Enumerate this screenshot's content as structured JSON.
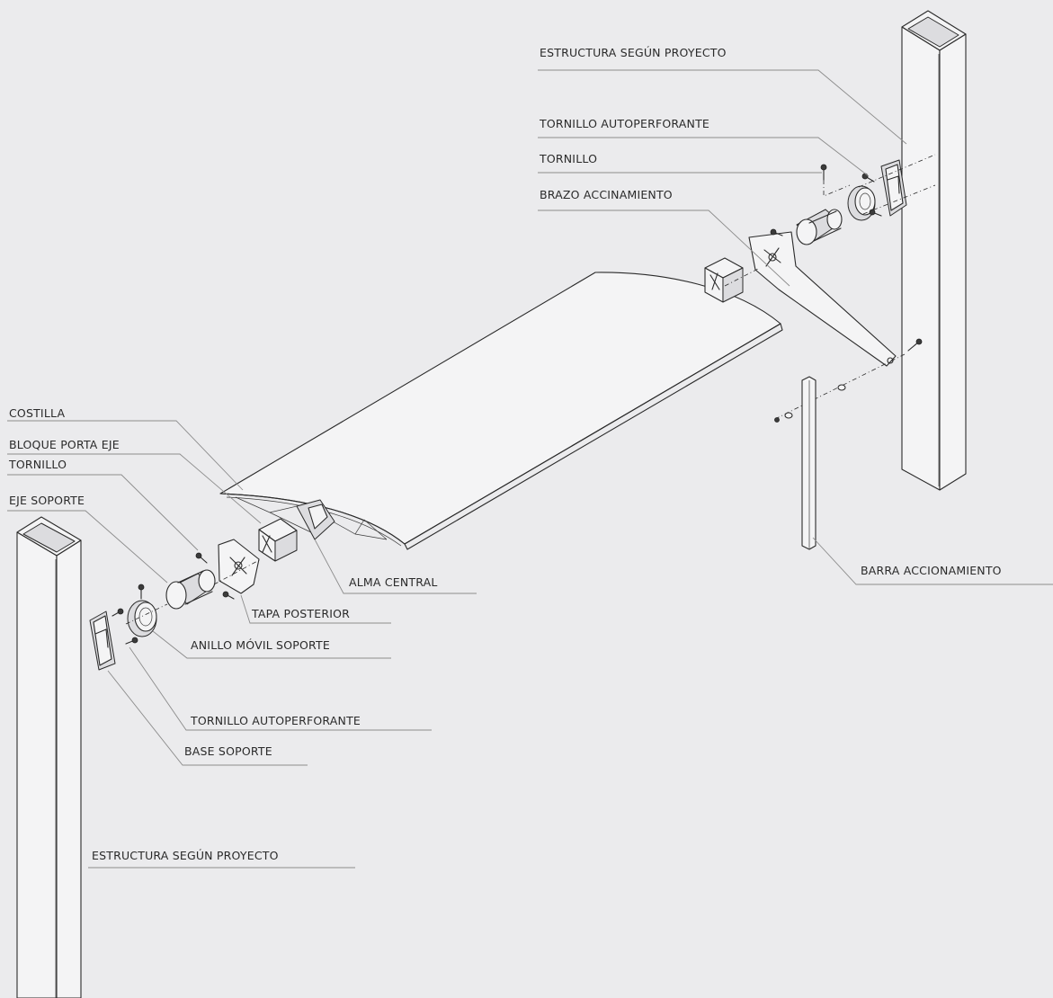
{
  "labels": {
    "estructura_top": "ESTRUCTURA SEGÚN PROYECTO",
    "tornillo_auto_top": "TORNILLO AUTOPERFORANTE",
    "tornillo_top": "TORNILLO",
    "brazo": "BRAZO ACCINAMIENTO",
    "costilla": "COSTILLA",
    "bloque": "BLOQUE PORTA EJE",
    "tornillo_left": "TORNILLO",
    "eje": "EJE SOPORTE",
    "alma": "ALMA CENTRAL",
    "tapa": "TAPA POSTERIOR",
    "anillo": "ANILLO MÓVIL SOPORTE",
    "tornillo_auto_bottom": "TORNILLO AUTOPERFORANTE",
    "base": "BASE SOPORTE",
    "estructura_bottom": "ESTRUCTURA SEGÚN PROYECTO",
    "barra": "BARRA ACCIONAMIENTO"
  }
}
